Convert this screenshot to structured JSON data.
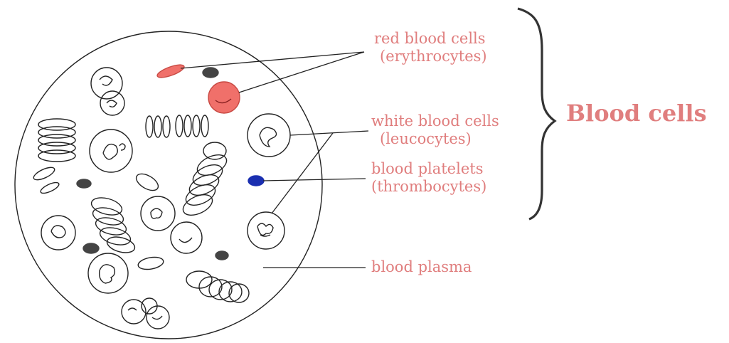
{
  "labels": {
    "red_cells": {
      "line1": "red blood cells",
      "line2": "(erythrocytes)"
    },
    "white_cells": {
      "line1": "white blood cells",
      "line2": "(leucocytes)"
    },
    "platelets": {
      "line1": "blood platelets",
      "line2": "(thrombocytes)"
    },
    "plasma": "blood plasma",
    "group": "Blood cells"
  },
  "colors": {
    "label_text": "#e07e7e",
    "red_cell": "#f0706a",
    "platelet": "#1a2fb0",
    "outline": "#222222",
    "dark_cell": "#444444"
  }
}
